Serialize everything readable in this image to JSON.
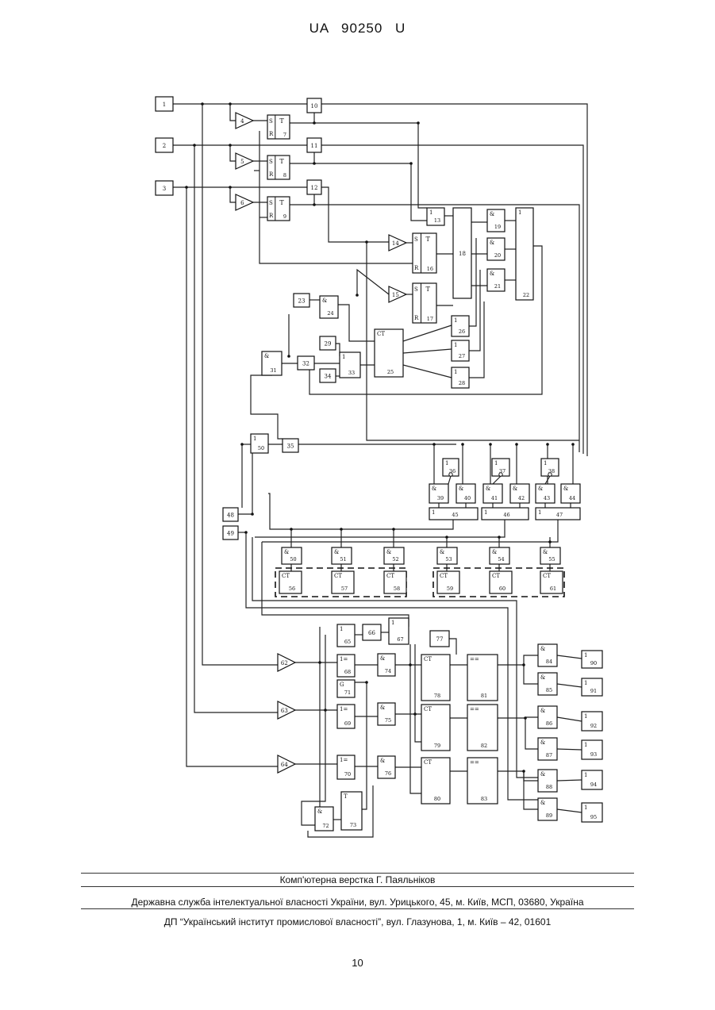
{
  "header": {
    "patent": "UA  90250  U"
  },
  "footer": {
    "typesetting": "Комп'ютерна верстка Г. Паяльніков",
    "office": "Державна служба інтелектуальної власності України, вул. Урицького, 45, м. Київ, МСП, 03680, Україна",
    "institute": "ДП “Український інститут промислової власності”, вул. Глазунова, 1, м. Київ – 42, 01601"
  },
  "page_number": "10",
  "diagram": {
    "blocks": [
      {
        "id": "b1",
        "num": "1"
      },
      {
        "id": "b2",
        "num": "2"
      },
      {
        "id": "b3",
        "num": "3"
      },
      {
        "id": "b4",
        "num": "4",
        "kind": "amp"
      },
      {
        "id": "b5",
        "num": "5",
        "kind": "amp"
      },
      {
        "id": "b6",
        "num": "6",
        "kind": "amp"
      },
      {
        "id": "b7",
        "num": "7",
        "kind": "trigger",
        "sym": "T"
      },
      {
        "id": "b8",
        "num": "8",
        "kind": "trigger",
        "sym": "T"
      },
      {
        "id": "b9",
        "num": "9",
        "kind": "trigger",
        "sym": "T"
      },
      {
        "id": "b10",
        "num": "10"
      },
      {
        "id": "b11",
        "num": "11"
      },
      {
        "id": "b12",
        "num": "12"
      },
      {
        "id": "b13",
        "num": "13",
        "sym": "1"
      },
      {
        "id": "b14",
        "num": "14",
        "kind": "amp"
      },
      {
        "id": "b15",
        "num": "15",
        "kind": "amp"
      },
      {
        "id": "b16",
        "num": "16",
        "kind": "trigger",
        "sym": "T"
      },
      {
        "id": "b17",
        "num": "17",
        "kind": "trigger",
        "sym": "T"
      },
      {
        "id": "b18",
        "num": "18"
      },
      {
        "id": "b19",
        "num": "19",
        "sym": "&"
      },
      {
        "id": "b20",
        "num": "20",
        "sym": "&"
      },
      {
        "id": "b21",
        "num": "21",
        "sym": "&"
      },
      {
        "id": "b22",
        "num": "22",
        "sym": "1"
      },
      {
        "id": "b23",
        "num": "23"
      },
      {
        "id": "b24",
        "num": "24",
        "sym": "&"
      },
      {
        "id": "b25",
        "num": "25",
        "sym": "CT"
      },
      {
        "id": "b26",
        "num": "26",
        "sym": "1"
      },
      {
        "id": "b27",
        "num": "27",
        "sym": "1"
      },
      {
        "id": "b28",
        "num": "28",
        "sym": "1"
      },
      {
        "id": "b29",
        "num": "29"
      },
      {
        "id": "b30",
        "num": "31",
        "sym": "&"
      },
      {
        "id": "b32",
        "num": "32"
      },
      {
        "id": "b33",
        "num": "33",
        "sym": "1"
      },
      {
        "id": "b34",
        "num": "34"
      },
      {
        "id": "b35",
        "num": "35"
      },
      {
        "id": "b36",
        "num": "36",
        "sym": "1"
      },
      {
        "id": "b37",
        "num": "37",
        "sym": "1"
      },
      {
        "id": "b38",
        "num": "38",
        "sym": "1"
      },
      {
        "id": "b39",
        "num": "39",
        "sym": "&"
      },
      {
        "id": "b40",
        "num": "40",
        "sym": "&"
      },
      {
        "id": "b41",
        "num": "41",
        "sym": "&"
      },
      {
        "id": "b42",
        "num": "42",
        "sym": "&"
      },
      {
        "id": "b43",
        "num": "43",
        "sym": "&"
      },
      {
        "id": "b44",
        "num": "44",
        "sym": "&"
      },
      {
        "id": "b45",
        "num": "45",
        "sym": "1"
      },
      {
        "id": "b46",
        "num": "46",
        "sym": "1"
      },
      {
        "id": "b47",
        "num": "47",
        "sym": "1"
      },
      {
        "id": "b48",
        "num": "48"
      },
      {
        "id": "b49",
        "num": "49"
      },
      {
        "id": "b50top",
        "num": "50",
        "sym": "1"
      },
      {
        "id": "b50",
        "num": "50",
        "sym": "&"
      },
      {
        "id": "b51",
        "num": "51",
        "sym": "&"
      },
      {
        "id": "b52",
        "num": "52",
        "sym": "&"
      },
      {
        "id": "b53",
        "num": "53",
        "sym": "&"
      },
      {
        "id": "b54",
        "num": "54",
        "sym": "&"
      },
      {
        "id": "b55",
        "num": "55",
        "sym": "&"
      },
      {
        "id": "b56",
        "num": "56",
        "sym": "CT"
      },
      {
        "id": "b57",
        "num": "57",
        "sym": "CT"
      },
      {
        "id": "b58",
        "num": "58",
        "sym": "CT"
      },
      {
        "id": "b59",
        "num": "59",
        "sym": "CT"
      },
      {
        "id": "b60",
        "num": "60",
        "sym": "CT"
      },
      {
        "id": "b61",
        "num": "61",
        "sym": "CT"
      },
      {
        "id": "b62",
        "num": "62",
        "kind": "amp"
      },
      {
        "id": "b63",
        "num": "63",
        "kind": "amp"
      },
      {
        "id": "b64",
        "num": "64",
        "kind": "amp"
      },
      {
        "id": "b65",
        "num": "65",
        "sym": "1"
      },
      {
        "id": "b66",
        "num": "66"
      },
      {
        "id": "b67",
        "num": "67",
        "sym": "1"
      },
      {
        "id": "b68",
        "num": "68",
        "sym": "1="
      },
      {
        "id": "b69",
        "num": "69",
        "sym": "1="
      },
      {
        "id": "b70",
        "num": "70",
        "sym": "1="
      },
      {
        "id": "b71",
        "num": "71",
        "sym": "G"
      },
      {
        "id": "b72",
        "num": "72",
        "sym": "&"
      },
      {
        "id": "b73",
        "num": "73",
        "sym": "T"
      },
      {
        "id": "b74",
        "num": "74",
        "sym": "&"
      },
      {
        "id": "b75",
        "num": "75",
        "sym": "&"
      },
      {
        "id": "b76",
        "num": "76",
        "sym": "&"
      },
      {
        "id": "b77",
        "num": "77"
      },
      {
        "id": "b78",
        "num": "78",
        "sym": "CT"
      },
      {
        "id": "b79",
        "num": "79",
        "sym": "CT"
      },
      {
        "id": "b80",
        "num": "80",
        "sym": "CT"
      },
      {
        "id": "b81",
        "num": "81",
        "sym": "=="
      },
      {
        "id": "b82",
        "num": "82",
        "sym": "=="
      },
      {
        "id": "b83",
        "num": "83",
        "sym": "=="
      },
      {
        "id": "b84",
        "num": "84",
        "sym": "&"
      },
      {
        "id": "b85",
        "num": "85",
        "sym": "&"
      },
      {
        "id": "b86",
        "num": "86",
        "sym": "&"
      },
      {
        "id": "b87",
        "num": "87",
        "sym": "&"
      },
      {
        "id": "b88",
        "num": "88",
        "sym": "&"
      },
      {
        "id": "b89",
        "num": "89",
        "sym": "&"
      },
      {
        "id": "b90",
        "num": "90",
        "sym": "1"
      },
      {
        "id": "b91",
        "num": "91",
        "sym": "1"
      },
      {
        "id": "b92",
        "num": "92",
        "sym": "1"
      },
      {
        "id": "b93",
        "num": "93",
        "sym": "1"
      },
      {
        "id": "b94",
        "num": "94",
        "sym": "1"
      },
      {
        "id": "b95",
        "num": "95",
        "sym": "1"
      }
    ]
  }
}
